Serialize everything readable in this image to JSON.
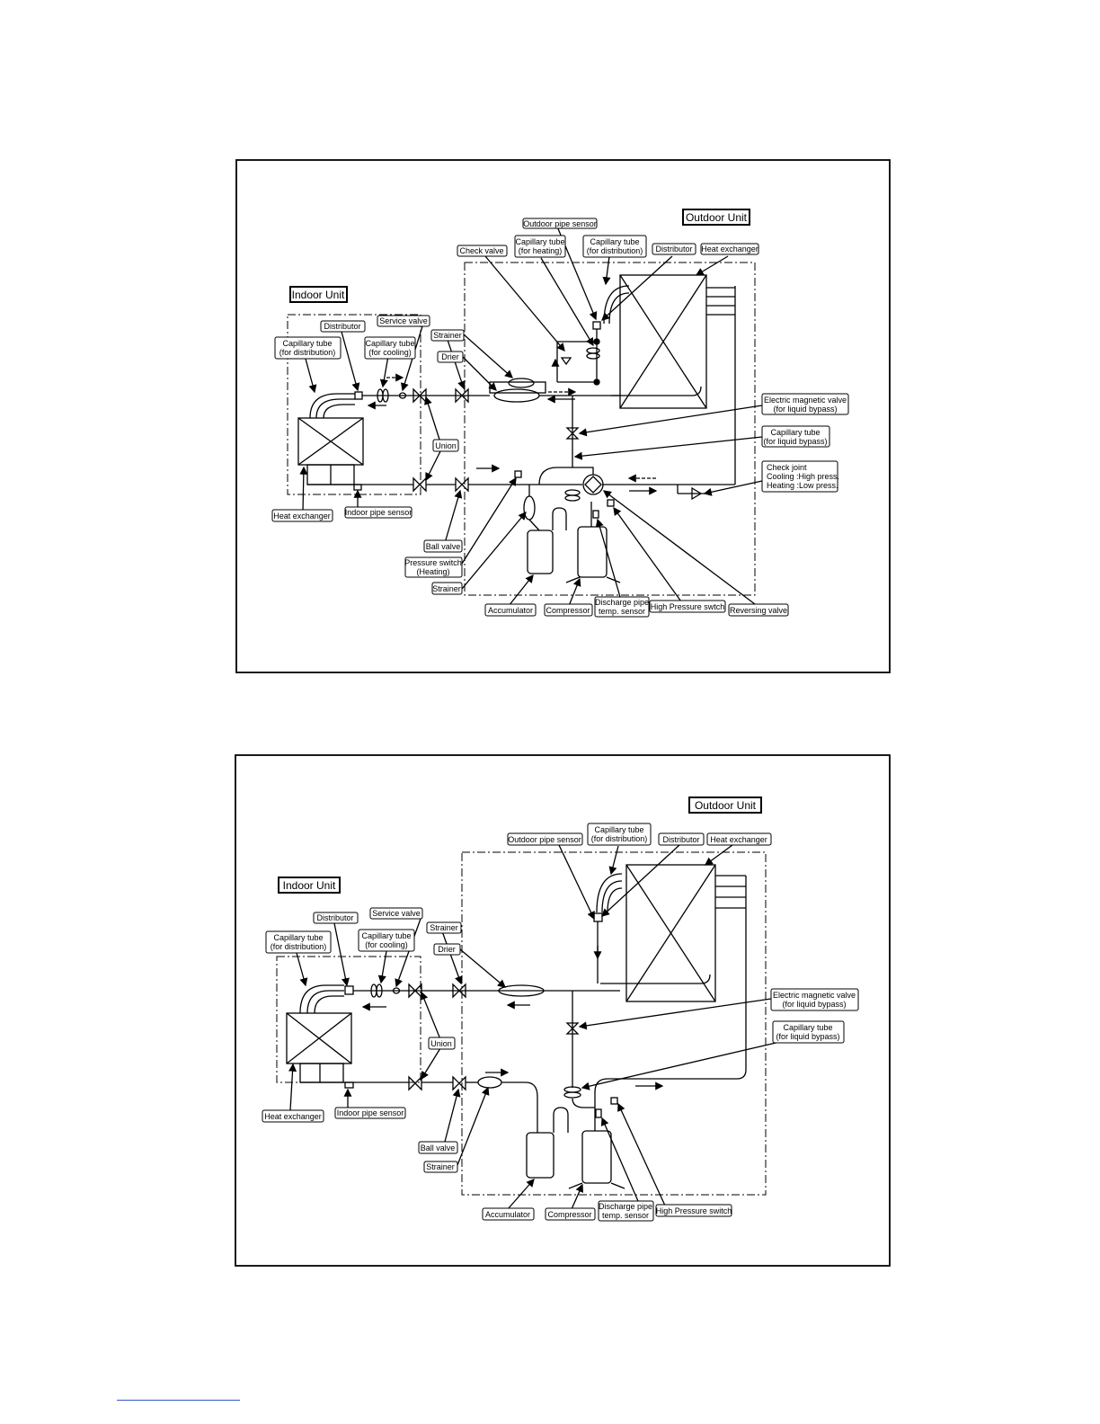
{
  "diagram1": {
    "title_outdoor": "Outdoor Unit",
    "title_indoor": "Indoor Unit",
    "labels": {
      "outdoor_pipe_sensor": "Outdoor pipe sensor",
      "check_valve": "Check valve",
      "cap_heating_1": "Capillary tube",
      "cap_heating_2": "(for heating)",
      "cap_dist_out_1": "Capillary tube",
      "cap_dist_out_2": "(for distribution)",
      "distributor_out": "Distributor",
      "heat_exchanger_out": "Heat exchanger",
      "distributor_in": "Distributor",
      "service_valve": "Service valve",
      "cap_dist_in_1": "Capillary tube",
      "cap_dist_in_2": "(for distribution)",
      "cap_cooling_1": "Capillary tube",
      "cap_cooling_2": "(for cooling)",
      "strainer_top": "Strainer",
      "drier": "Drier",
      "emv_1": "Electric magnetic valve",
      "emv_2": "(for liquid bypass)",
      "cap_bypass_1": "Capillary tube",
      "cap_bypass_2": "(for liquid bypass)",
      "union": "Union",
      "check_joint_1": "Check joint",
      "check_joint_2": "Cooling :High press.",
      "check_joint_3": "Heating :Low press.",
      "heat_exchanger_in": "Heat exchanger",
      "indoor_pipe_sensor": "Indoor pipe sensor",
      "ball_valve": "Ball valve",
      "pressure_switch_1": "Pressure switch",
      "pressure_switch_2": "(Heating)",
      "strainer_bottom": "Strainer",
      "accumulator": "Accumulator",
      "compressor": "Compressor",
      "discharge_1": "Discharge pipe",
      "discharge_2": "temp. sensor",
      "high_pressure": "High Pressure swtch",
      "reversing_valve": "Reversing valve"
    }
  },
  "diagram2": {
    "title_outdoor": "Outdoor Unit",
    "title_indoor": "Indoor Unit",
    "labels": {
      "outdoor_pipe_sensor": "Outdoor pipe sensor",
      "cap_dist_out_1": "Capillary tube",
      "cap_dist_out_2": "(for distribution)",
      "distributor_out": "Distributor",
      "heat_exchanger_out": "Heat exchanger",
      "distributor_in": "Distributor",
      "service_valve": "Service valve",
      "cap_dist_in_1": "Capillary tube",
      "cap_dist_in_2": "(for distribution)",
      "cap_cooling_1": "Capillary tube",
      "cap_cooling_2": "(for cooling)",
      "strainer_top": "Strainer",
      "drier": "Drier",
      "emv_1": "Electric magnetic valve",
      "emv_2": "(for liquid bypass)",
      "cap_bypass_1": "Capillary tube",
      "cap_bypass_2": "(for liquid bypass)",
      "union": "Union",
      "heat_exchanger_in": "Heat exchanger",
      "indoor_pipe_sensor": "Indoor pipe sensor",
      "ball_valve": "Ball valve",
      "strainer_bottom": "Strainer",
      "accumulator": "Accumulator",
      "compressor": "Compressor",
      "discharge_1": "Discharge pipe",
      "discharge_2": "temp. sensor",
      "high_pressure": "High Pressure switch"
    }
  }
}
